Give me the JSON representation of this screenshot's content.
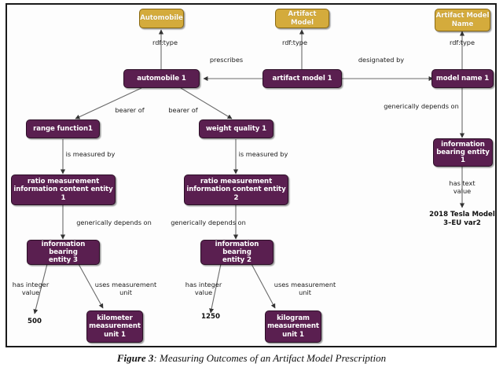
{
  "figure": {
    "caption_prefix": "Figure 3",
    "caption_separator": ": ",
    "caption_text": "Measuring Outcomes of an Artifact Model Prescription"
  },
  "colors": {
    "individual_fill": "#5a1f50",
    "individual_border": "#2b0f26",
    "class_fill": "#d4ab3c",
    "class_border": "#8a6a14",
    "edge": "#5a5a5a",
    "frame": "#1a1a1a",
    "text_light": "#ffffff",
    "text_dark": "#111111"
  },
  "nodes": {
    "automobile_class": {
      "label": "Automobile",
      "type": "class"
    },
    "artifact_model_class": {
      "label": "Artifact Model",
      "type": "class"
    },
    "artifact_model_name_class": {
      "label": "Artifact Model\nName",
      "type": "class"
    },
    "automobile_1": {
      "label": "automobile 1",
      "type": "individual"
    },
    "artifact_model_1": {
      "label": "artifact model 1",
      "type": "individual"
    },
    "model_name_1": {
      "label": "model name 1",
      "type": "individual"
    },
    "range_function1": {
      "label": "range function1",
      "type": "individual"
    },
    "weight_quality_1": {
      "label": "weight quality 1",
      "type": "individual"
    },
    "rmice_1": {
      "label": "ratio measurement\ninformation content entity 1",
      "type": "individual"
    },
    "rmice_2": {
      "label": "ratio measurement\ninformation content entity 2",
      "type": "individual"
    },
    "ibe_1": {
      "label": "information\nbearing entity 1",
      "type": "individual"
    },
    "ibe_2": {
      "label": "information bearing\nentity 2",
      "type": "individual"
    },
    "ibe_3": {
      "label": "information bearing\nentity 3",
      "type": "individual"
    },
    "kilometer_unit_1": {
      "label": "kilometer\nmeasurement\nunit 1",
      "type": "individual"
    },
    "kilogram_unit_1": {
      "label": "kilogram\nmeasurement\nunit 1",
      "type": "individual"
    }
  },
  "literals": {
    "value_500": "500",
    "value_1250": "1250",
    "text_value": "2018 Tesla Model\n3–EU var2"
  },
  "edge_labels": {
    "rdf_type_automobile": "rdf:type",
    "rdf_type_artifact_model": "rdf:type",
    "rdf_type_artifact_model_name": "rdf:type",
    "prescribes": "prescribes",
    "designated_by": "designated by",
    "bearer_of_left": "bearer of",
    "bearer_of_right": "bearer of",
    "is_measured_by_left": "is measured by",
    "is_measured_by_right": "is measured by",
    "generically_depends_on_left": "generically depends on",
    "generically_depends_on_right": "generically depends on",
    "generically_depends_on_model_name": "generically depends on",
    "has_integer_value_left": "has integer\nvalue",
    "has_integer_value_right": "has integer\nvalue",
    "uses_measurement_unit_left": "uses measurement\nunit",
    "uses_measurement_unit_right": "uses measurement\nunit",
    "has_text_value": "has text\nvalue"
  }
}
